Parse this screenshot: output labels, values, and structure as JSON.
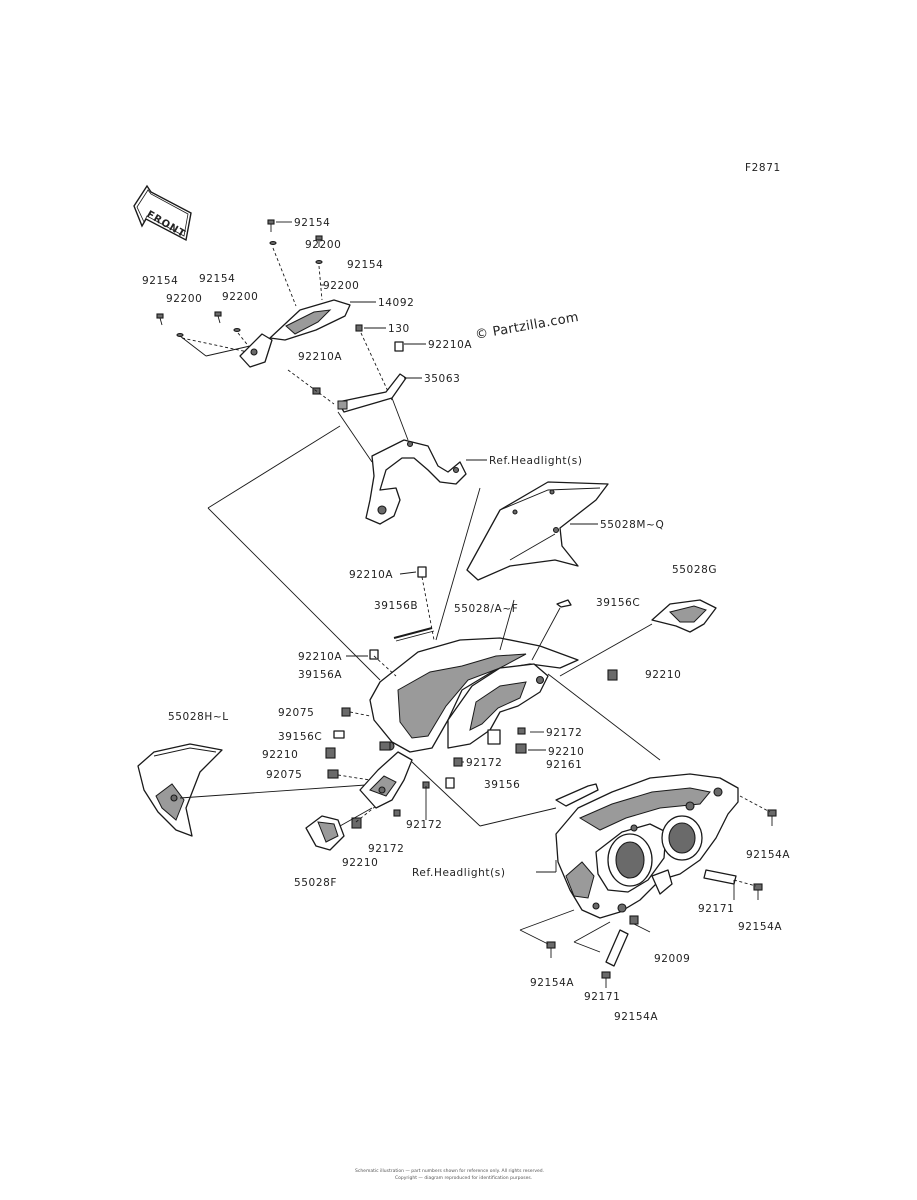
{
  "figure_code": "F2871",
  "watermark": "© Partzilla.com",
  "front_label": "FRONT",
  "ref_headlight_label": "Ref.Headlight(s)",
  "callouts": [
    {
      "id": "c01",
      "text": "92154"
    },
    {
      "id": "c02",
      "text": "92200"
    },
    {
      "id": "c03",
      "text": "92154"
    },
    {
      "id": "c04",
      "text": "92200"
    },
    {
      "id": "c05",
      "text": "92154"
    },
    {
      "id": "c06",
      "text": "92154"
    },
    {
      "id": "c07",
      "text": "92200"
    },
    {
      "id": "c08",
      "text": "92200"
    },
    {
      "id": "c09",
      "text": "14092"
    },
    {
      "id": "c10",
      "text": "130"
    },
    {
      "id": "c11",
      "text": "92210A"
    },
    {
      "id": "c12",
      "text": "92210A"
    },
    {
      "id": "c13",
      "text": "35063"
    },
    {
      "id": "c14",
      "text": "55028M~Q"
    },
    {
      "id": "c15",
      "text": "92210A"
    },
    {
      "id": "c16",
      "text": "39156B"
    },
    {
      "id": "c17",
      "text": "55028/A~F"
    },
    {
      "id": "c18",
      "text": "39156C"
    },
    {
      "id": "c19",
      "text": "55028G"
    },
    {
      "id": "c20",
      "text": "92210A"
    },
    {
      "id": "c21",
      "text": "39156A"
    },
    {
      "id": "c22",
      "text": "92210"
    },
    {
      "id": "c23",
      "text": "55028H~L"
    },
    {
      "id": "c24",
      "text": "92075"
    },
    {
      "id": "c25",
      "text": "92172"
    },
    {
      "id": "c26",
      "text": "39156C"
    },
    {
      "id": "c27",
      "text": "92210"
    },
    {
      "id": "c28",
      "text": "92210"
    },
    {
      "id": "c29",
      "text": "92172"
    },
    {
      "id": "c30",
      "text": "92075"
    },
    {
      "id": "c31",
      "text": "39156"
    },
    {
      "id": "c32",
      "text": "92161"
    },
    {
      "id": "c33",
      "text": "92172"
    },
    {
      "id": "c34",
      "text": "92172"
    },
    {
      "id": "c35",
      "text": "92210"
    },
    {
      "id": "c36",
      "text": "55028F"
    },
    {
      "id": "c37",
      "text": "92154A"
    },
    {
      "id": "c38",
      "text": "92171"
    },
    {
      "id": "c39",
      "text": "92154A"
    },
    {
      "id": "c40",
      "text": "92009"
    },
    {
      "id": "c41",
      "text": "92154A"
    },
    {
      "id": "c42",
      "text": "92171"
    },
    {
      "id": "c43",
      "text": "92154A"
    }
  ],
  "footer_lines": [
    "Schematic illustration — part numbers shown for reference only. All rights reserved.",
    "Copyright — diagram reproduced for identification purposes."
  ]
}
